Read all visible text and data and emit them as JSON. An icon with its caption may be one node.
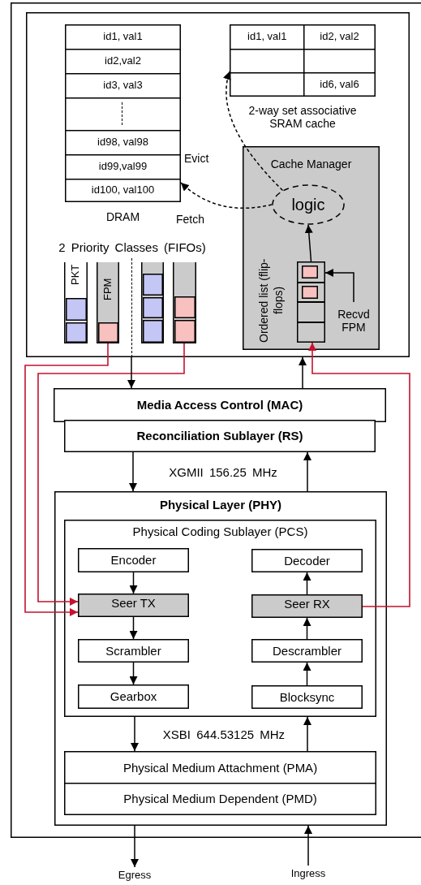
{
  "diagram": {
    "nodes": [
      {
        "text": [],
        "shape": "box"
      },
      {
        "text": [],
        "shape": "box",
        "in": 0
      },
      {
        "text": [
          "DRAM"
        ],
        "in": 1
      },
      {
        "text": [
          "id1, val1"
        ],
        "in": 2
      },
      {
        "text": [
          "id2,val2"
        ],
        "in": 2
      },
      {
        "text": [
          "id3, val3"
        ],
        "in": 2
      },
      {
        "text": [],
        "shape": "box",
        "in": 2
      },
      {
        "text": [
          "id98, val98"
        ],
        "in": 2
      },
      {
        "text": [
          "id99,val99"
        ],
        "in": 2
      },
      {
        "text": [
          "id100, val100"
        ],
        "in": 2
      },
      {
        "text": [
          "2-way set associative SRAM cache"
        ],
        "in": 1
      },
      {
        "text": [
          "id1, val1"
        ],
        "in": 10
      },
      {
        "text": [
          "id2, val2"
        ],
        "in": 10
      },
      {
        "text": [],
        "shape": "box",
        "in": 10
      },
      {
        "text": [],
        "shape": "box",
        "in": 10
      },
      {
        "text": [],
        "shape": "box",
        "in": 10
      },
      {
        "text": [
          "id6, val6"
        ],
        "in": 10
      },
      {
        "text": [
          "Cache Manager"
        ],
        "in": 1
      },
      {
        "text": [
          "logic"
        ],
        "in": 17
      },
      {
        "text": [],
        "shape": "box",
        "in": 17,
        "beside": [
          "Ordered list (flip-flops)"
        ]
      },
      {
        "text": [
          "Recvd FPM"
        ],
        "in": 17
      },
      {
        "text": [
          "PKT"
        ],
        "in": 1
      },
      {
        "text": [
          "FPM"
        ],
        "in": 1
      },
      {
        "text": [],
        "shape": "bar",
        "in": 1
      },
      {
        "text": [],
        "shape": "bar",
        "in": 1
      },
      {
        "text": [
          "Media Access Control (MAC)"
        ],
        "in": 0
      },
      {
        "text": [
          "Reconciliation Sublayer (RS)"
        ],
        "in": 0
      },
      {
        "text": [
          "Physical Layer (PHY)"
        ],
        "in": 0
      },
      {
        "text": [
          "Physical Coding Sublayer (PCS)"
        ],
        "in": 27
      },
      {
        "text": [
          "Encoder"
        ],
        "in": 28
      },
      {
        "text": [
          "Seer TX"
        ],
        "in": 28
      },
      {
        "text": [
          "Scrambler"
        ],
        "in": 28
      },
      {
        "text": [
          "Gearbox"
        ],
        "in": 28
      },
      {
        "text": [
          "Decoder"
        ],
        "in": 28
      },
      {
        "text": [
          "Seer RX"
        ],
        "in": 28
      },
      {
        "text": [
          "Descrambler"
        ],
        "in": 28
      },
      {
        "text": [
          "Blocksync"
        ],
        "in": 28
      },
      {
        "text": [
          "Physical Medium Attachment (PMA)"
        ],
        "in": 27
      },
      {
        "text": [
          "Physical Medium Dependent (PMD)"
        ],
        "in": 27
      },
      {
        "text": [
          "Egress"
        ]
      },
      {
        "text": [
          "Ingress"
        ]
      }
    ],
    "edges": [
      {
        "from": 18,
        "to": 10,
        "arrow": "to",
        "label": "Evict",
        "style": "dashed"
      },
      {
        "from": 18,
        "to": 2,
        "arrow": "to",
        "label": "Fetch",
        "style": "dashed"
      },
      {
        "from": 19,
        "to": 18,
        "arrow": "to"
      },
      {
        "from": 20,
        "to": 19,
        "arrow": "to"
      },
      {
        "from": 22,
        "to": 30,
        "arrow": "to",
        "color": "#c4122f"
      },
      {
        "from": 24,
        "to": 30,
        "arrow": "to",
        "color": "#c4122f"
      },
      {
        "from": 34,
        "to": 19,
        "arrow": "to",
        "color": "#c4122f"
      },
      {
        "from": 1,
        "to": 25,
        "arrow": "to"
      },
      {
        "from": 25,
        "to": 1,
        "arrow": "to"
      },
      {
        "from": 26,
        "to": 27,
        "arrow": "to"
      },
      {
        "from": 27,
        "to": 26,
        "arrow": "to"
      },
      {
        "from": 29,
        "to": 30,
        "arrow": "to"
      },
      {
        "from": 30,
        "to": 31,
        "arrow": "to"
      },
      {
        "from": 31,
        "to": 32,
        "arrow": "to"
      },
      {
        "from": 36,
        "to": 35,
        "arrow": "to"
      },
      {
        "from": 35,
        "to": 34,
        "arrow": "to"
      },
      {
        "from": 34,
        "to": 33,
        "arrow": "to"
      },
      {
        "from": 28,
        "to": 37,
        "arrow": "to"
      },
      {
        "from": 37,
        "to": 28,
        "arrow": "to"
      },
      {
        "from": 27,
        "to": 39,
        "arrow": "to"
      },
      {
        "from": 40,
        "to": 27,
        "arrow": "to"
      }
    ],
    "labels": [
      "2 Priority Classes (FIFOs)",
      "XGMII 156.25 MHz",
      "XSBI 644.53125 MHz"
    ]
  }
}
